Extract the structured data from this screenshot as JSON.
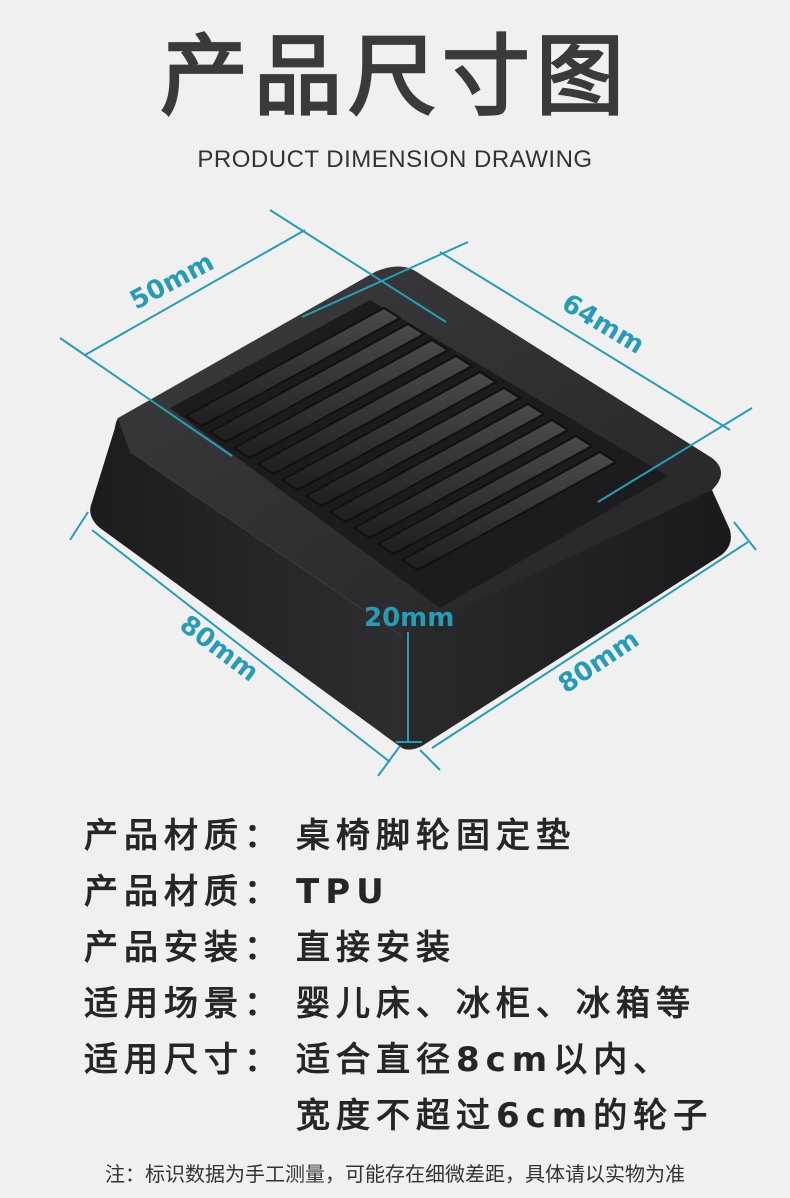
{
  "header": {
    "title": "产品尺寸图",
    "subtitle": "PRODUCT DIMENSION DRAWING"
  },
  "dimensions": {
    "top_width": "50mm",
    "top_length": "64mm",
    "bottom_width": "80mm",
    "bottom_length": "80mm",
    "height": "20mm",
    "line_color": "#2a9bb6"
  },
  "specs": [
    {
      "label": "产品材质：",
      "value": "桌椅脚轮固定垫"
    },
    {
      "label": "产品材质：",
      "value": "TPU"
    },
    {
      "label": "产品安装：",
      "value": "直接安装"
    },
    {
      "label": "适用场景：",
      "value": "婴儿床、冰柜、冰箱等"
    },
    {
      "label": "适用尺寸：",
      "value": "适合直径8cm以内、"
    },
    {
      "label": "",
      "value": "宽度不超过6cm的轮子"
    }
  ],
  "note": "注：标识数据为手工测量，可能存在细微差距，具体请以实物为准"
}
